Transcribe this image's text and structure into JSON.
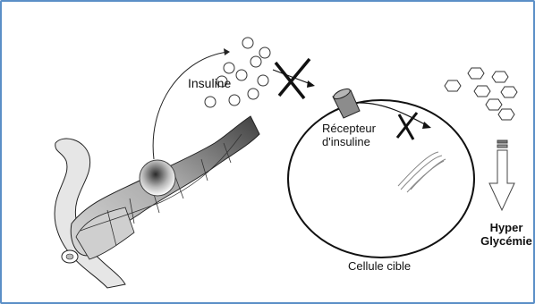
{
  "labels": {
    "insuline": "Insuline",
    "recepteur_line1": "Récepteur",
    "recepteur_line2": "d'insuline",
    "cellule": "Cellule cible",
    "hyper_line1": "Hyper",
    "hyper_line2": "Glycémie"
  },
  "colors": {
    "frame_border": "#5b8fc7",
    "stroke": "#222222",
    "pancreas_fill": "#bdbdbd",
    "pancreas_dark": "#555555",
    "receptor_fill": "#8c8c8c"
  },
  "icons": {
    "blocked_signal": "x-mark-arrow-icon",
    "glucose": "hexagon-icon",
    "insulin": "circle-icon",
    "increase": "down-arrow-icon"
  }
}
